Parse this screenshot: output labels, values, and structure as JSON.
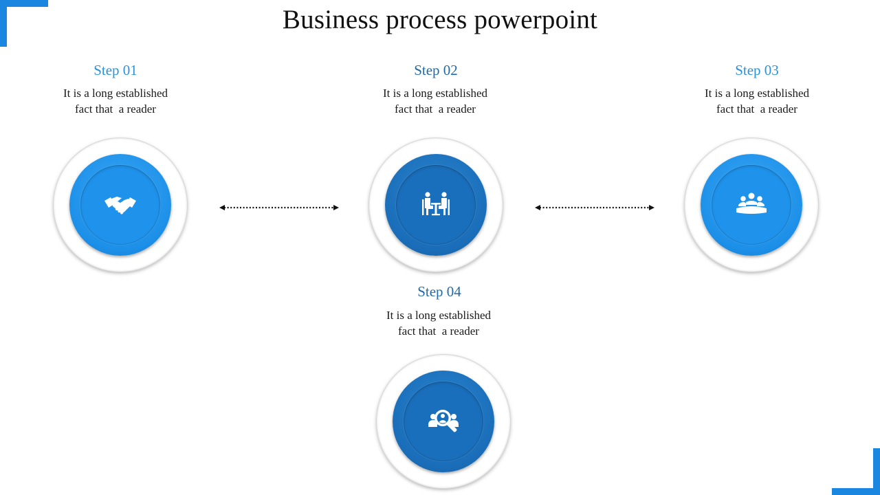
{
  "slide": {
    "title": "Business process powerpoint"
  },
  "colors": {
    "accent": "#1a86e0",
    "step_title_light": "#2a92dc",
    "step_title_dark": "#1f6aa8",
    "disc_light": "#1f93ec",
    "disc_dark": "#1a6fbc"
  },
  "steps": [
    {
      "title": "Step 01",
      "desc_line1": "It is a long established",
      "desc_line2": "fact that  a reader",
      "icon": "handshake-icon"
    },
    {
      "title": "Step 02",
      "desc_line1": "It is a long established",
      "desc_line2": "fact that  a reader",
      "icon": "meeting-table-icon"
    },
    {
      "title": "Step 03",
      "desc_line1": "It is a long established",
      "desc_line2": "fact that  a reader",
      "icon": "team-group-icon"
    },
    {
      "title": "Step 04",
      "desc_line1": "It is a long established",
      "desc_line2": "fact that  a reader",
      "icon": "people-search-icon"
    }
  ]
}
